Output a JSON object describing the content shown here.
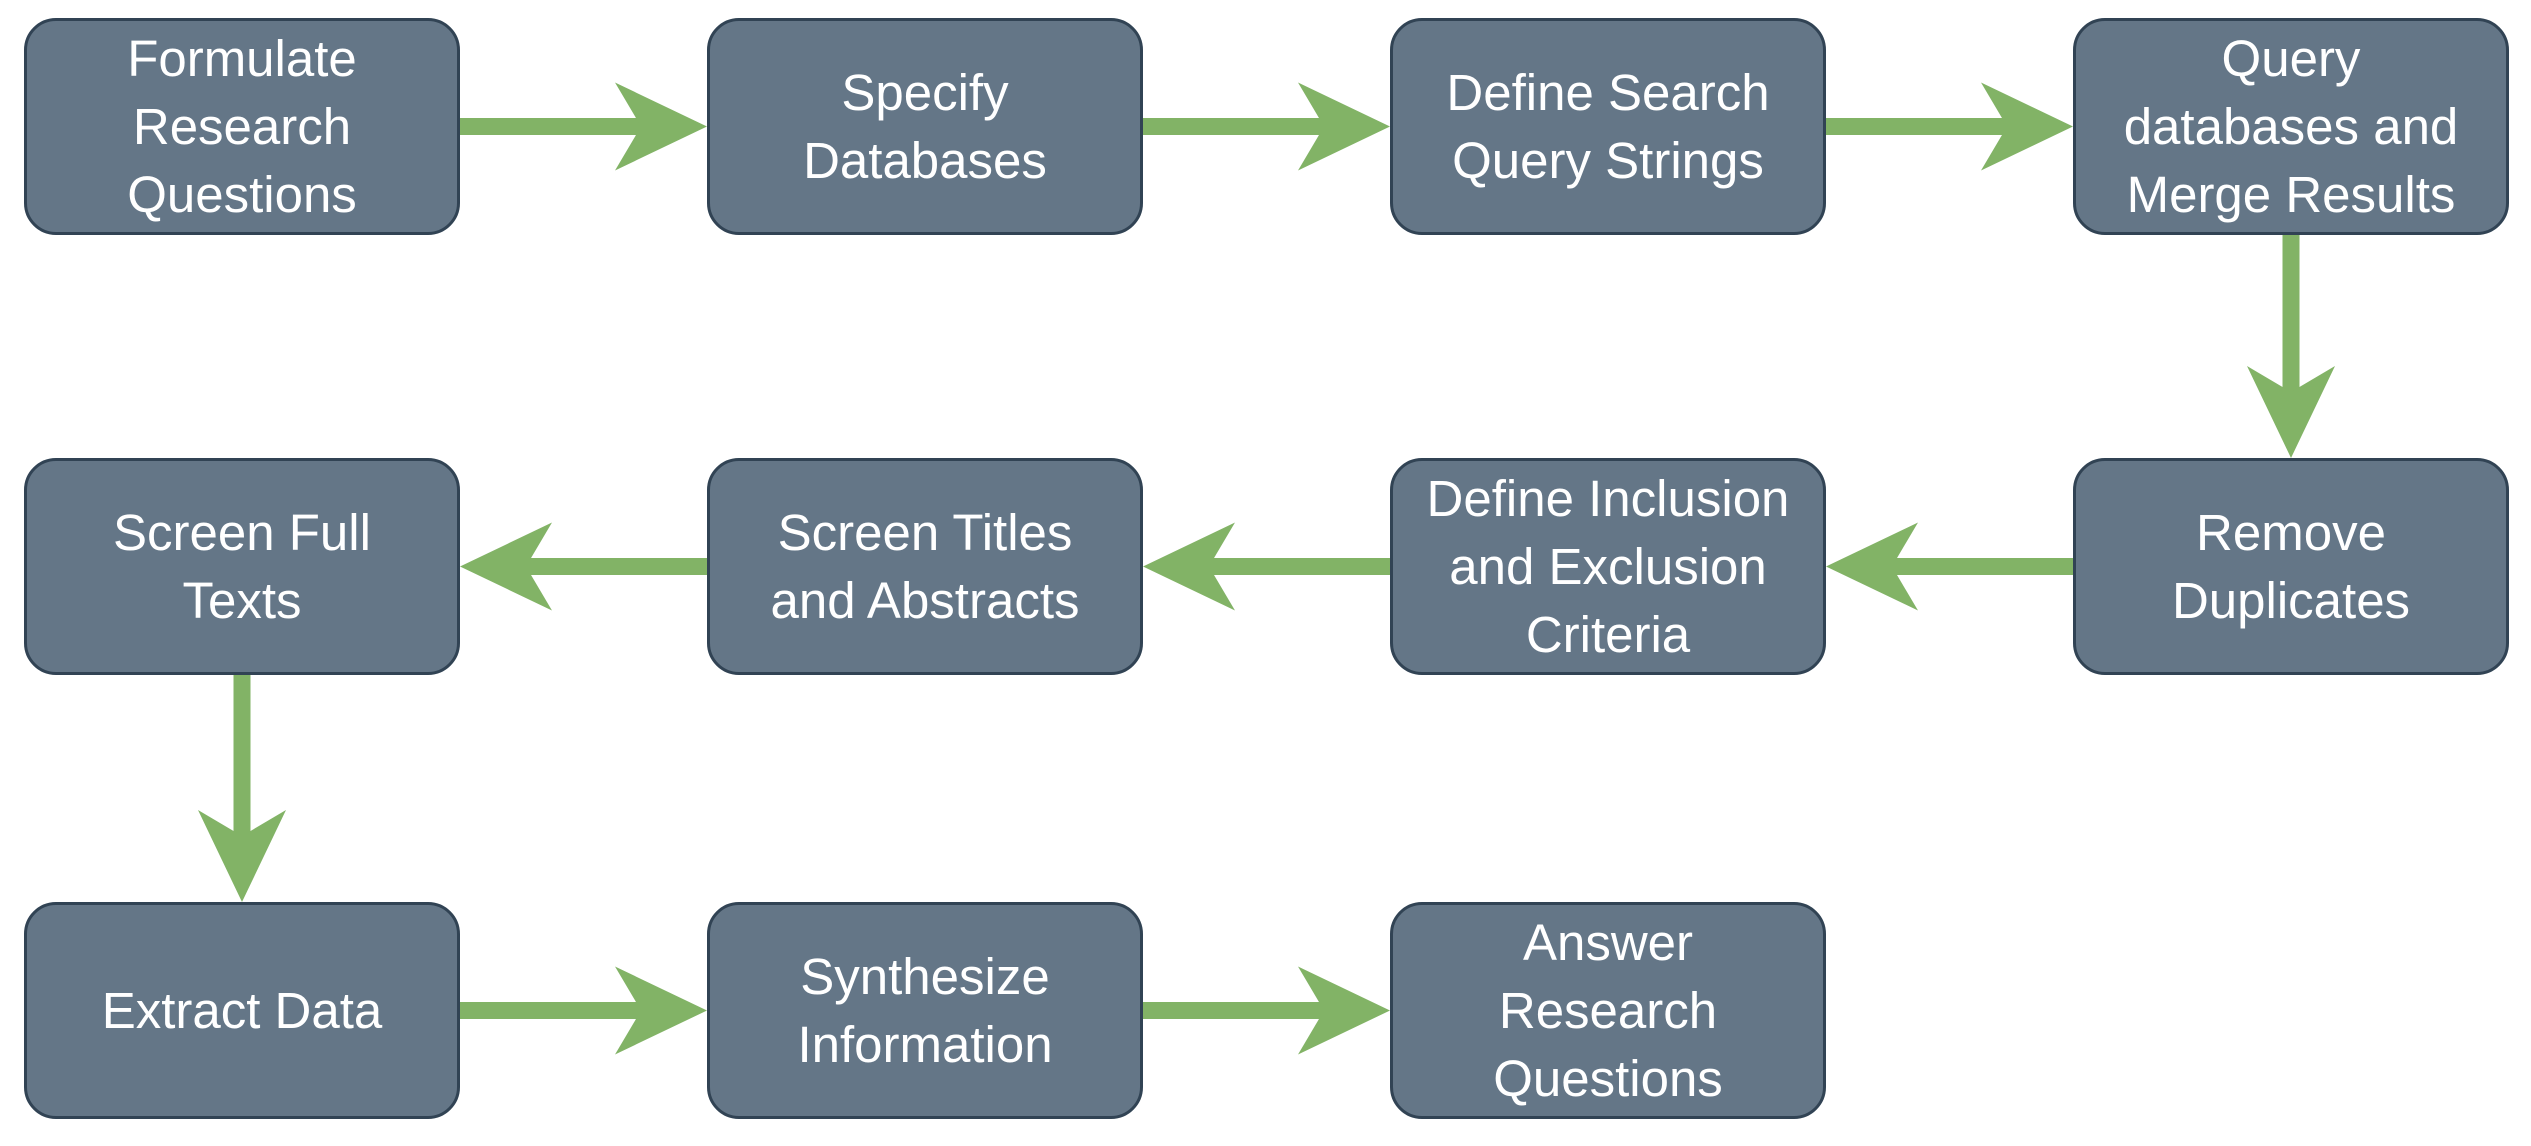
{
  "nodes": [
    {
      "id": "formulate",
      "label": "Formulate\nResearch\nQuestions"
    },
    {
      "id": "specify",
      "label": "Specify\nDatabases"
    },
    {
      "id": "define_search",
      "label": "Define Search\nQuery Strings"
    },
    {
      "id": "query_merge",
      "label": "Query\ndatabases and\nMerge Results"
    },
    {
      "id": "remove_dup",
      "label": "Remove\nDuplicates"
    },
    {
      "id": "define_criteria",
      "label": "Define Inclusion\nand Exclusion\nCriteria"
    },
    {
      "id": "screen_titles",
      "label": "Screen Titles\nand Abstracts"
    },
    {
      "id": "screen_full",
      "label": "Screen Full\nTexts"
    },
    {
      "id": "extract",
      "label": "Extract Data"
    },
    {
      "id": "synthesize",
      "label": "Synthesize\nInformation"
    },
    {
      "id": "answer",
      "label": "Answer\nResearch\nQuestions"
    }
  ],
  "edges": [
    {
      "from": "formulate",
      "to": "specify"
    },
    {
      "from": "specify",
      "to": "define_search"
    },
    {
      "from": "define_search",
      "to": "query_merge"
    },
    {
      "from": "query_merge",
      "to": "remove_dup"
    },
    {
      "from": "remove_dup",
      "to": "define_criteria"
    },
    {
      "from": "define_criteria",
      "to": "screen_titles"
    },
    {
      "from": "screen_titles",
      "to": "screen_full"
    },
    {
      "from": "screen_full",
      "to": "extract"
    },
    {
      "from": "extract",
      "to": "synthesize"
    },
    {
      "from": "synthesize",
      "to": "answer"
    }
  ],
  "colors": {
    "node_fill": "#647687",
    "node_border": "#314354",
    "node_text": "#ffffff",
    "edge": "#82b366"
  }
}
